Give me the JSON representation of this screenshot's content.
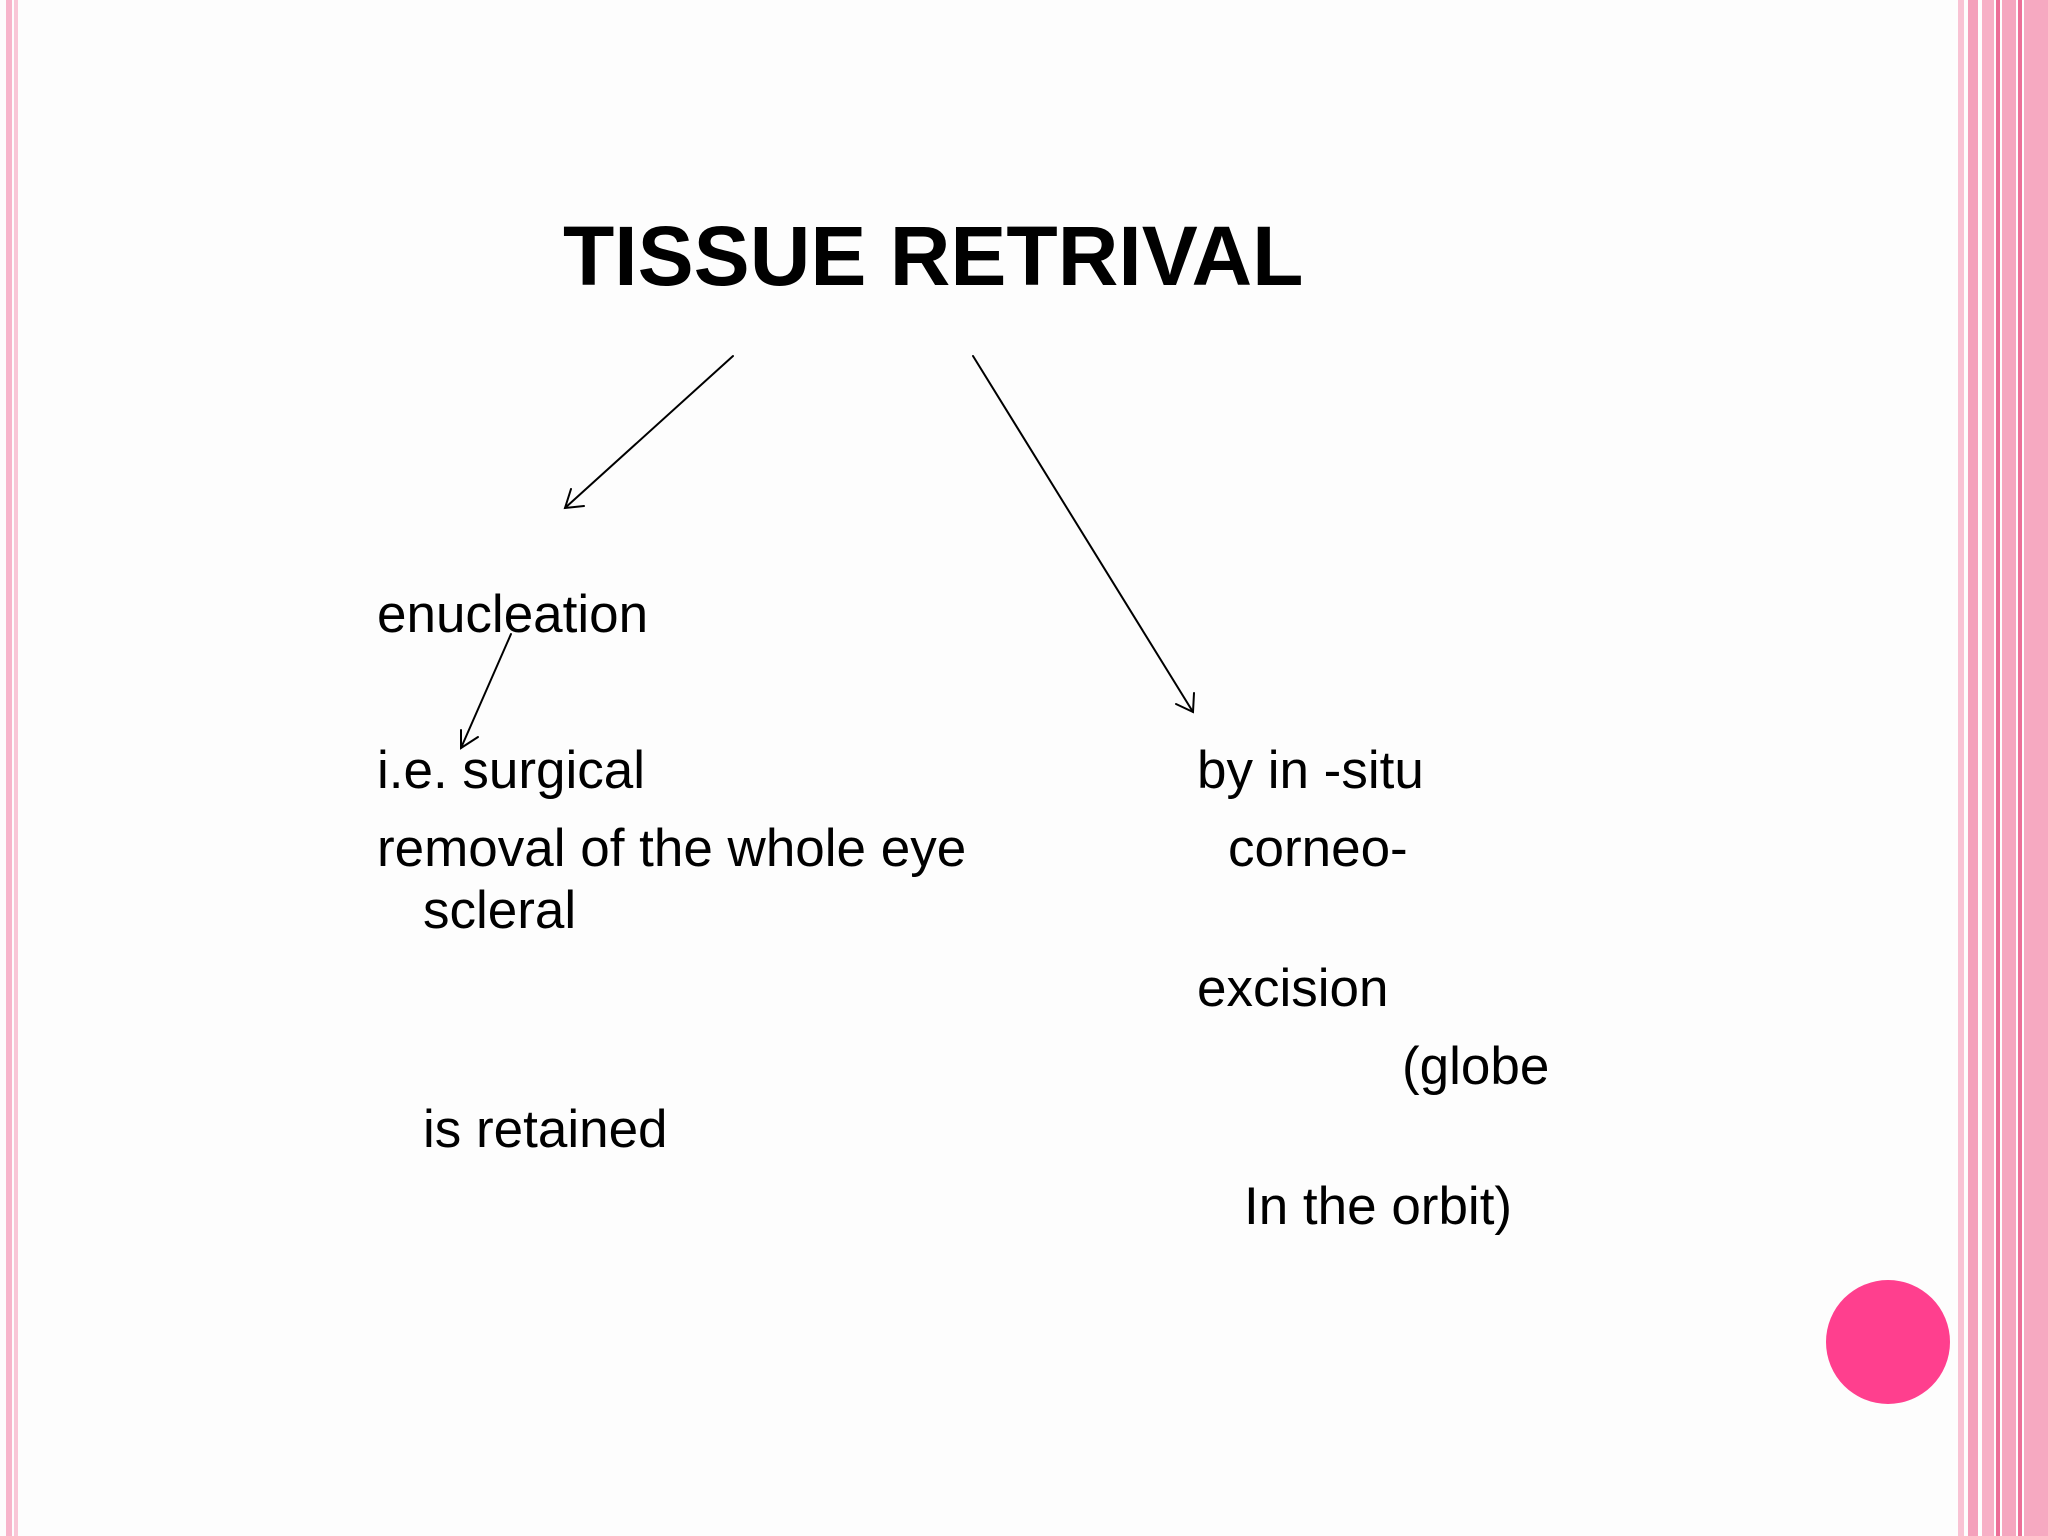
{
  "slide": {
    "title": "TISSUE RETRIVAL",
    "left_branch": {
      "heading": "enucleation",
      "line1": "i.e. surgical",
      "line2": "removal of the whole eye",
      "line3": "is retained"
    },
    "right_branch": {
      "line1": "by in -situ",
      "line2": "corneo-",
      "line3": "scleral",
      "line4": "excision",
      "line5": "(globe",
      "line6": "In the orbit)"
    }
  },
  "colors": {
    "border_light": "#f9c3d4",
    "border_pink": "#f4a0bb",
    "border_dark": "#ec6f98",
    "accent_dot": "#ff3f8e",
    "text": "#000000"
  }
}
